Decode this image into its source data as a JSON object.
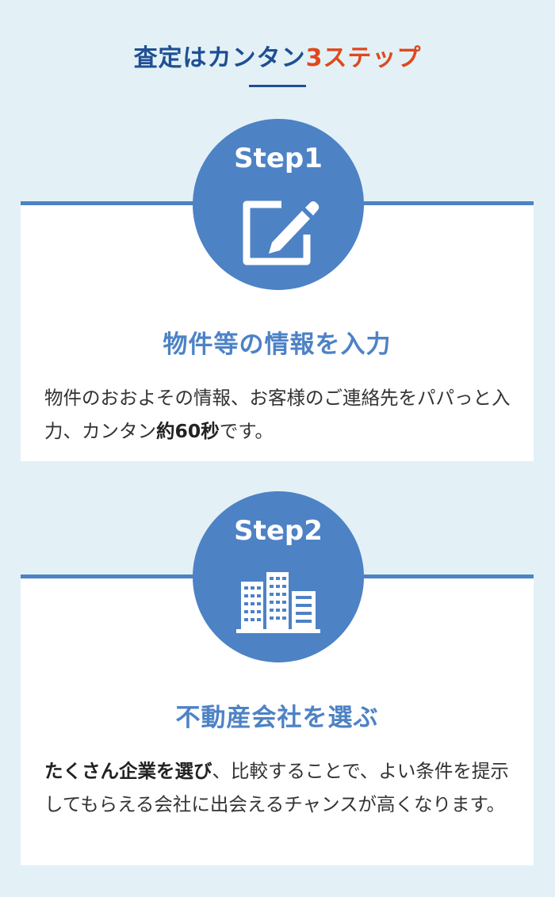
{
  "section": {
    "title_prefix": "査定はカンタン",
    "title_accent": "3ステップ",
    "accent_color": "#e0481c",
    "title_color": "#1f4f93"
  },
  "steps": [
    {
      "label": "Step1",
      "icon": "edit-icon",
      "heading": "物件等の情報を入力",
      "desc_pre": "物件のおおよその情報、お客様のご連絡先をパパっと入力、カンタン",
      "desc_bold": "約60秒",
      "desc_post": "です。"
    },
    {
      "label": "Step2",
      "icon": "buildings-icon",
      "heading": "不動産会社を選ぶ",
      "desc_bold": "たくさん企業を選び",
      "desc_post": "、比較することで、よい条件を提示してもらえる会社に出会えるチャンスが高くなります。"
    }
  ],
  "colors": {
    "step_blue": "#4d82c5",
    "background": "#e3f1f7"
  }
}
